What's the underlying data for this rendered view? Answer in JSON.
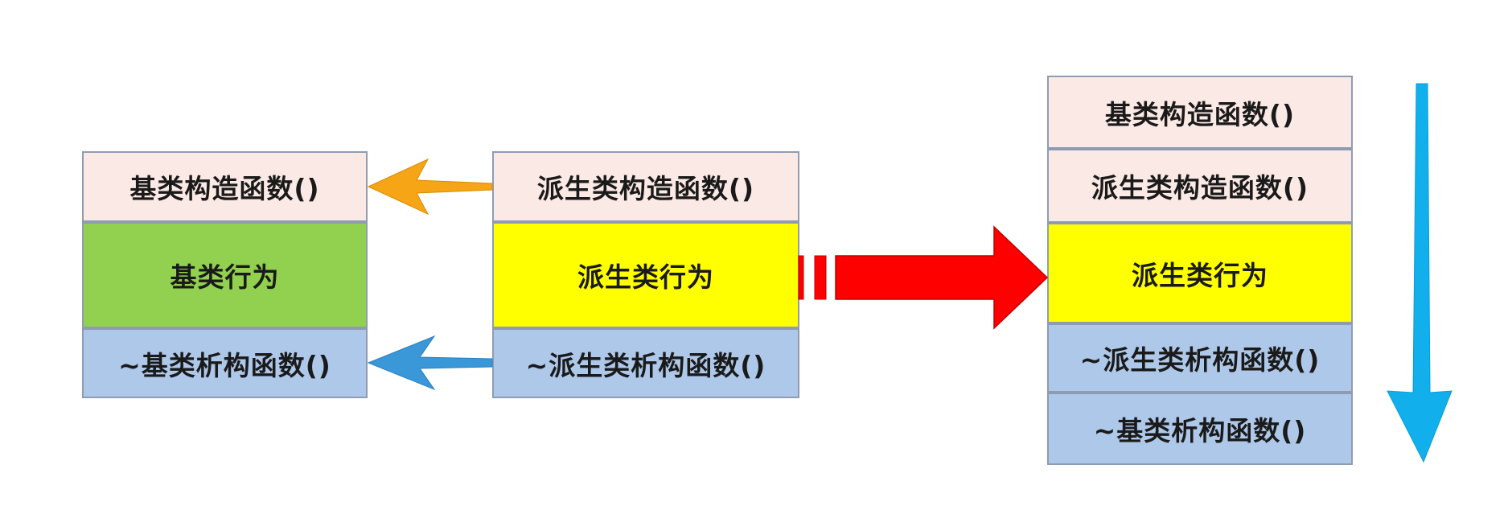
{
  "base_class": {
    "constructor": "基类构造函数()",
    "behavior": "基类行为",
    "destructor": "~基类析构函数()"
  },
  "derived_class": {
    "constructor": "派生类构造函数()",
    "behavior": "派生类行为",
    "destructor": "~派生类析构函数()"
  },
  "execution_order": [
    "基类构造函数()",
    "派生类构造函数()",
    "派生类行为",
    "~派生类析构函数()",
    "~基类析构函数()"
  ],
  "colors": {
    "constructor_fill": "#fbe9e5",
    "base_behavior_fill": "#92d050",
    "derived_behavior_fill": "#ffff00",
    "destructor_fill": "#aec8e9",
    "orange_arrow": "#f6a516",
    "blue_arrow": "#3a97d8",
    "red_arrow": "#ff0000",
    "down_arrow": "#11b0ec"
  }
}
